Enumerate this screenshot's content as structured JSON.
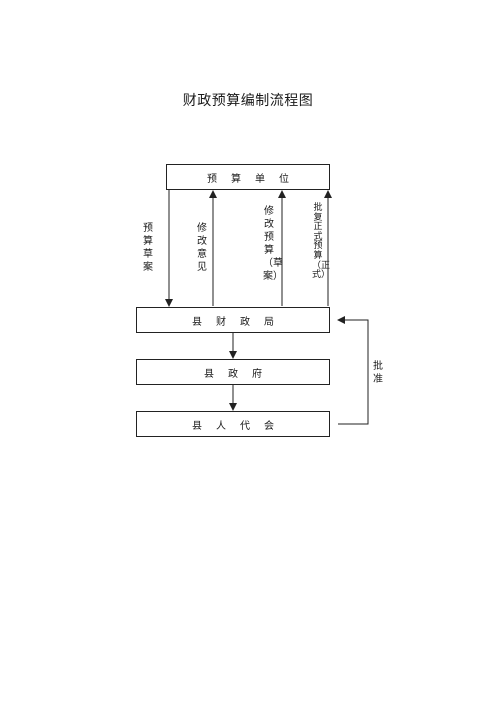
{
  "title": "财政预算编制流程图",
  "nodes": {
    "unit": "预算单位",
    "bureau": "县财政局",
    "gov": "县政府",
    "congress": "县人代会"
  },
  "edge_labels": {
    "budget_draft": "预算草案",
    "revision_opinion": "修改意见",
    "revised_budget": "修改预算（草案）",
    "approved_budget": "批复正式预算（正式）",
    "approve": "批准"
  }
}
